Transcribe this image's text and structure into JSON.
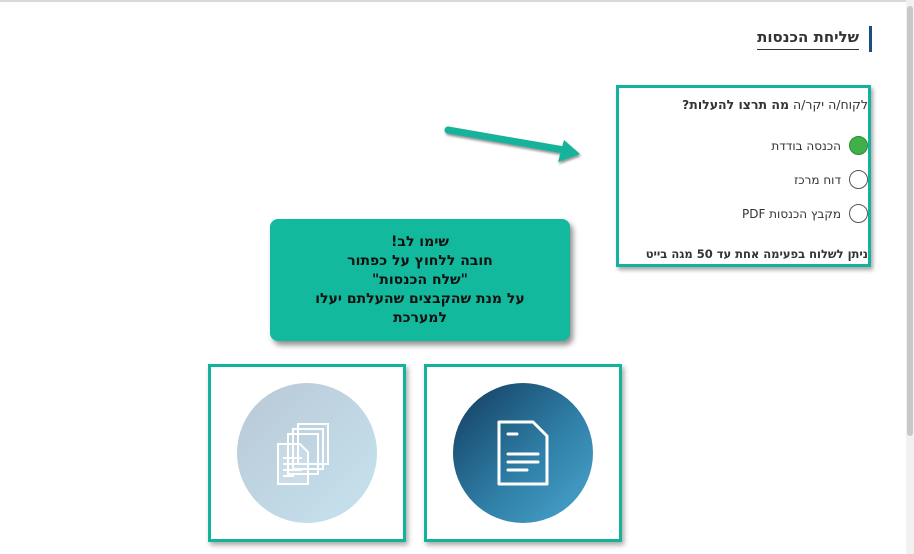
{
  "page": {
    "title": "שליחת הכנסות"
  },
  "upload_form": {
    "question_prefix": "לקוח/ה יקר/ה ",
    "question_bold": "מה תרצו להעלות?",
    "options": [
      {
        "label": "הכנסה בודדת",
        "selected": true
      },
      {
        "label": "דוח מרכז",
        "selected": false
      },
      {
        "label": "מקבץ הכנסות PDF",
        "selected": false
      }
    ],
    "limit_note": "ניתן לשלוח בפעימה אחת עד 50 מגה בייט"
  },
  "notice": {
    "lines": [
      "שימו לב!",
      "חובה ללחוץ על כפתור",
      "\"שלח הכנסות\"",
      "על מנת שהקבצים שהעלתם יעלו",
      "למערכת"
    ]
  },
  "colors": {
    "accent": "#12b39a",
    "selected_radio": "#40b04a",
    "title_bar": "#1b4d7e"
  },
  "icons": {
    "single_upload": "document-icon",
    "multi_upload": "documents-stack-icon",
    "pointer": "arrow-icon"
  }
}
